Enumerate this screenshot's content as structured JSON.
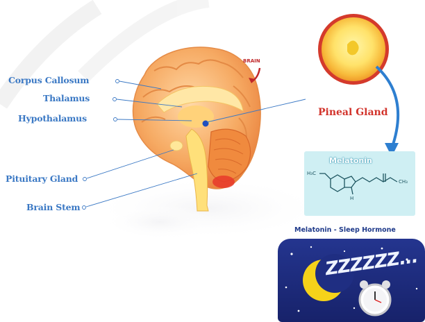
{
  "labels": {
    "corpus_callosum": "Corpus Callosum",
    "thalamus": "Thalamus",
    "hypothalamus": "Hypothalamus",
    "pituitary_gland": "Pituitary Gland",
    "brain_stem": "Brain Stem"
  },
  "brain_label": "BRAIN",
  "pineal_label": "Pineal Gland",
  "melatonin_title": "Melatonin",
  "sleep_title": "Melatonin - Sleep Hormone",
  "zzz_text": "ZZZZZZ...",
  "colors": {
    "label_blue": "#3a78c4",
    "brain_orange": "#f2a15c",
    "pineal_red": "#d2342c",
    "night_navy": "#1c2a78",
    "moon_yellow": "#f5d21a",
    "arrow_blue": "#2e7fd0"
  },
  "icons": [
    "pineal-gland-icon",
    "melatonin-molecule-icon",
    "moon-icon",
    "alarm-clock-icon",
    "star-icon"
  ]
}
